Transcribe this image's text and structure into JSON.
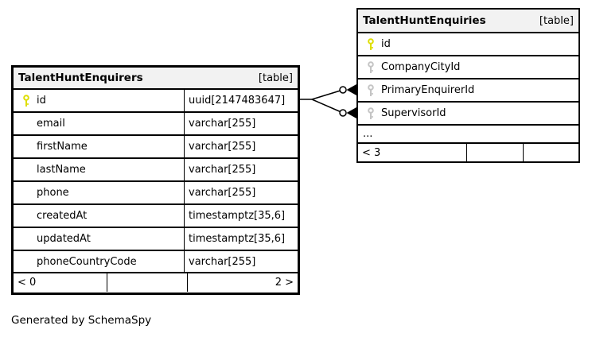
{
  "page": {
    "credit": "Generated by SchemaSpy"
  },
  "colors": {
    "primary_key": "#dede00",
    "foreign_key": "#c4c4c4",
    "border": "#000000",
    "header_bg": "#f2f2f2",
    "row_bg": "#ffffff"
  },
  "tables": {
    "enquirers": {
      "title": "TalentHuntEnquirers",
      "badge": "[table]",
      "columns": [
        {
          "name": "id",
          "type": "uuid[2147483647]",
          "key": "primary"
        },
        {
          "name": "email",
          "type": "varchar[255]",
          "key": "none"
        },
        {
          "name": "firstName",
          "type": "varchar[255]",
          "key": "none"
        },
        {
          "name": "lastName",
          "type": "varchar[255]",
          "key": "none"
        },
        {
          "name": "phone",
          "type": "varchar[255]",
          "key": "none"
        },
        {
          "name": "createdAt",
          "type": "timestamptz[35,6]",
          "key": "none"
        },
        {
          "name": "updatedAt",
          "type": "timestamptz[35,6]",
          "key": "none"
        },
        {
          "name": "phoneCountryCode",
          "type": "varchar[255]",
          "key": "none"
        }
      ],
      "footer": {
        "left": "< 0",
        "middle": "",
        "right": "2 >"
      }
    },
    "enquiries": {
      "title": "TalentHuntEnquiries",
      "badge": "[table]",
      "columns": [
        {
          "name": "id",
          "key": "primary"
        },
        {
          "name": "CompanyCityId",
          "key": "foreign"
        },
        {
          "name": "PrimaryEnquirerId",
          "key": "foreign"
        },
        {
          "name": "SupervisorId",
          "key": "foreign"
        }
      ],
      "more_rows_indicator": "...",
      "footer": {
        "left": "< 3",
        "middle": "",
        "right": ""
      }
    }
  },
  "relationships": [
    {
      "from": "TalentHuntEnquirers.id",
      "to": "TalentHuntEnquiries.PrimaryEnquirerId"
    },
    {
      "from": "TalentHuntEnquirers.id",
      "to": "TalentHuntEnquiries.SupervisorId"
    }
  ]
}
